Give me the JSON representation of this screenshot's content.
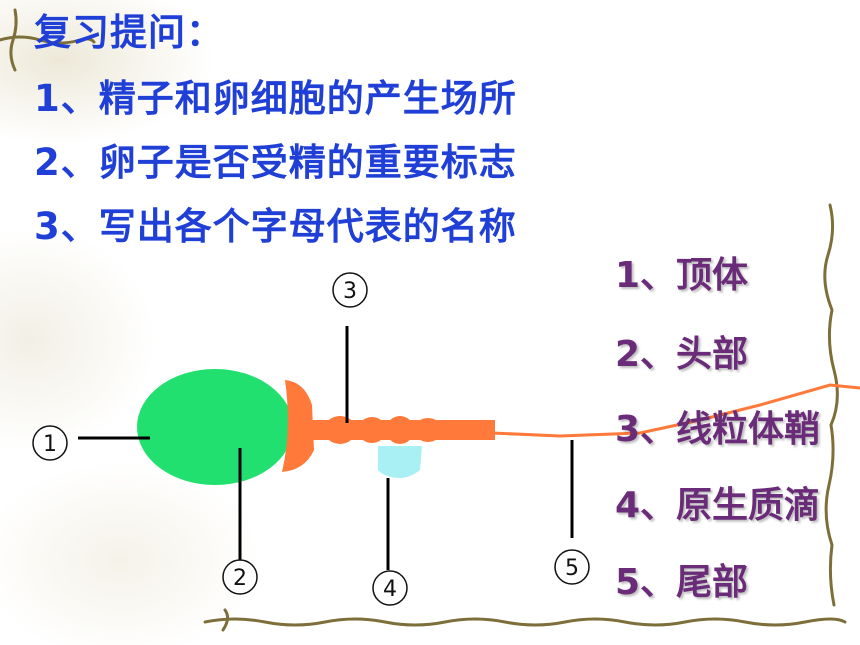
{
  "title": "复习提问：",
  "questions": [
    "1、精子和卵细胞的产生场所",
    "2、卵子是否受精的重要标志",
    "3、写出各个字母代表的名称"
  ],
  "answers": [
    "1、顶体",
    "2、头部",
    "3、线粒体鞘",
    "4、原生质滴",
    "5、尾部"
  ],
  "markers": [
    "1",
    "2",
    "3",
    "4",
    "5"
  ],
  "colors": {
    "question_text": "#1f3fd6",
    "answer_text": "#6a2c78",
    "head": "#22e070",
    "acrosome": "#ff7a3a",
    "droplet": "#a8f0f4",
    "frame_decor": "#7d6f3a"
  }
}
